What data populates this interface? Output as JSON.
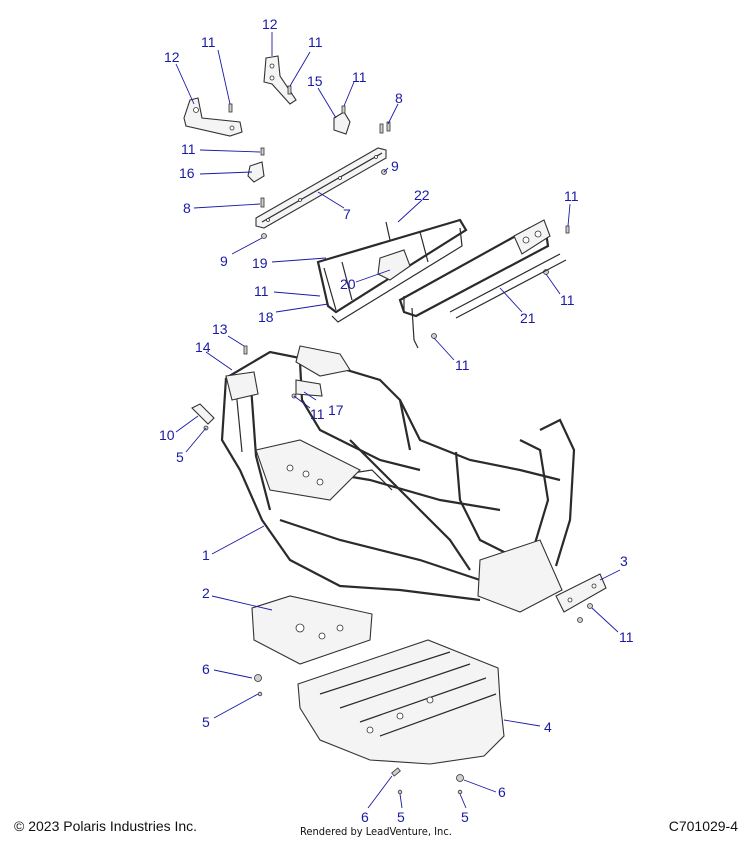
{
  "callouts": [
    {
      "id": "c12a",
      "label": "12"
    },
    {
      "id": "c11a",
      "label": "11"
    },
    {
      "id": "c12b",
      "label": "12"
    },
    {
      "id": "c11b",
      "label": "11"
    },
    {
      "id": "c15",
      "label": "15"
    },
    {
      "id": "c11c",
      "label": "11"
    },
    {
      "id": "c8a",
      "label": "8"
    },
    {
      "id": "c11d",
      "label": "11"
    },
    {
      "id": "c9a",
      "label": "9"
    },
    {
      "id": "c16",
      "label": "16"
    },
    {
      "id": "c8b",
      "label": "8"
    },
    {
      "id": "c7",
      "label": "7"
    },
    {
      "id": "c22",
      "label": "22"
    },
    {
      "id": "c11e",
      "label": "11"
    },
    {
      "id": "c9b",
      "label": "9"
    },
    {
      "id": "c19",
      "label": "19"
    },
    {
      "id": "c20",
      "label": "20"
    },
    {
      "id": "c11f",
      "label": "11"
    },
    {
      "id": "c18",
      "label": "18"
    },
    {
      "id": "c11g",
      "label": "11"
    },
    {
      "id": "c21",
      "label": "21"
    },
    {
      "id": "c13",
      "label": "13"
    },
    {
      "id": "c14",
      "label": "14"
    },
    {
      "id": "c11h",
      "label": "11"
    },
    {
      "id": "c11i",
      "label": "11"
    },
    {
      "id": "c17",
      "label": "17"
    },
    {
      "id": "c10",
      "label": "10"
    },
    {
      "id": "c5a",
      "label": "5"
    },
    {
      "id": "c1",
      "label": "1"
    },
    {
      "id": "c3",
      "label": "3"
    },
    {
      "id": "c2",
      "label": "2"
    },
    {
      "id": "c11j",
      "label": "11"
    },
    {
      "id": "c6a",
      "label": "6"
    },
    {
      "id": "c5b",
      "label": "5"
    },
    {
      "id": "c4",
      "label": "4"
    },
    {
      "id": "c6b",
      "label": "6"
    },
    {
      "id": "c5c",
      "label": "5"
    },
    {
      "id": "c6c",
      "label": "6"
    },
    {
      "id": "c5d",
      "label": "5"
    }
  ],
  "footer": {
    "copyright": "© 2023 Polaris Industries Inc.",
    "rendered_by": "Rendered by LeadVenture, Inc.",
    "diagram_id": "C701029-4"
  },
  "colors": {
    "callout": "#1a1aa6",
    "line_art": "#2b2b2b"
  }
}
